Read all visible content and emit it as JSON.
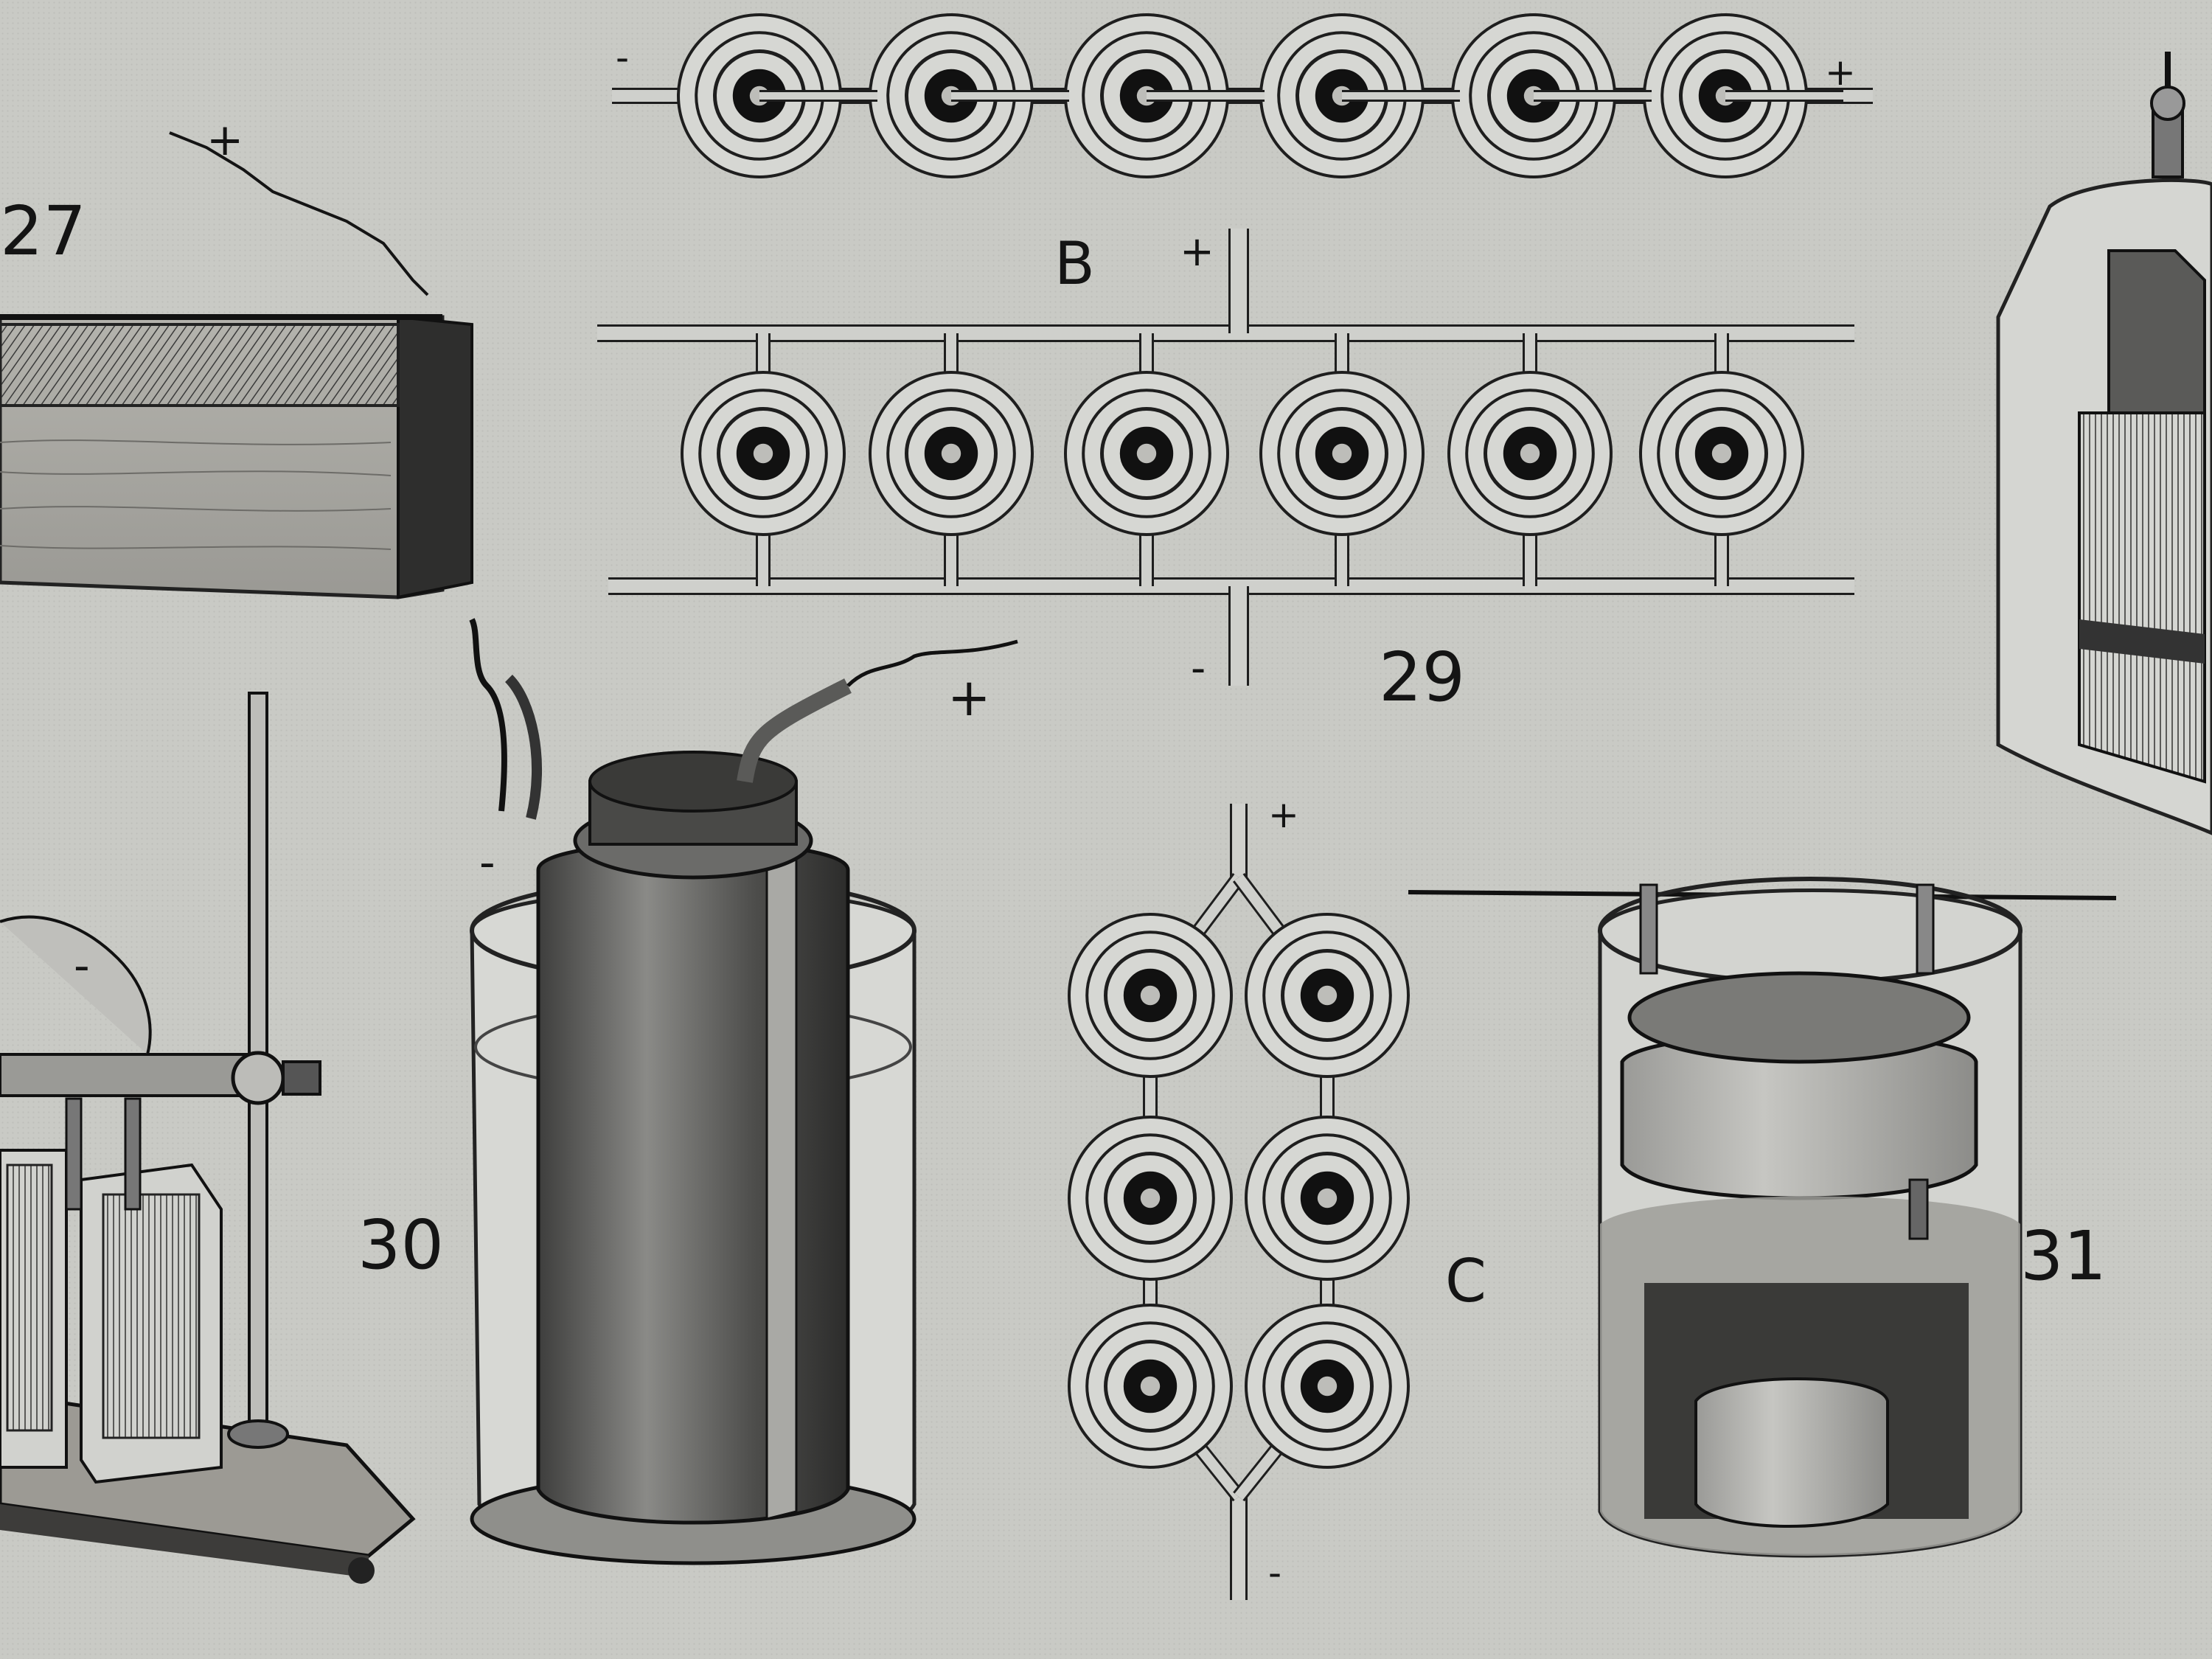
{
  "figure_numbers": {
    "fig27": "27",
    "fig29": "29",
    "fig30": "30",
    "fig31": "31"
  },
  "diagram_letters": {
    "B": "B",
    "C": "C"
  },
  "polarity": {
    "plus": "+",
    "minus": "-"
  },
  "palette": {
    "paper": "#c9cac5",
    "ink": "#141414",
    "ring": "#2a2a2a",
    "metal_dark": "#4a4a4a",
    "metal_mid": "#7c7c7a",
    "glass": "#d9dad6"
  }
}
